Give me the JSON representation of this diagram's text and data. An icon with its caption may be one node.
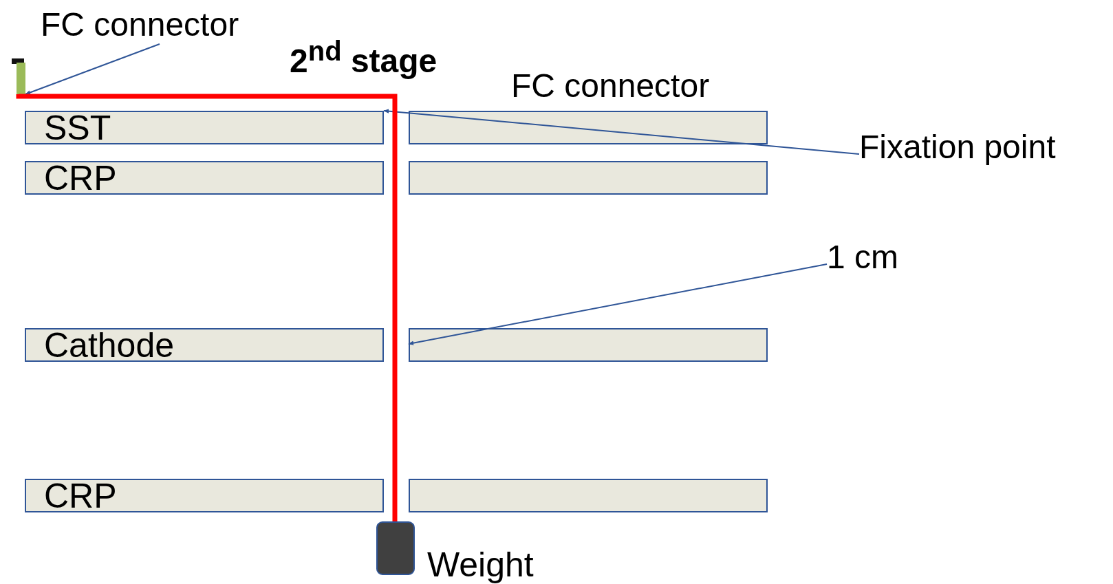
{
  "diagram": {
    "nodes": [
      {
        "text": [
          "FC connector"
        ]
      },
      {
        "text": [],
        "shape": "bar"
      },
      {
        "text": [
          "2$^{nd}$ stage"
        ]
      },
      {
        "text": [
          "Fixation point"
        ]
      },
      {
        "text": [
          "SST"
        ]
      },
      {
        "text": [],
        "shape": "box"
      },
      {
        "text": [
          "CRP"
        ]
      },
      {
        "text": [],
        "shape": "box"
      },
      {
        "text": [
          "Cathode"
        ]
      },
      {
        "text": [],
        "shape": "box"
      },
      {
        "text": [
          "CRP"
        ]
      },
      {
        "text": [],
        "shape": "box"
      },
      {
        "text": [
          "1 cm"
        ]
      },
      {
        "text": [],
        "shape": "box",
        "beside": [
          "Weight"
        ]
      }
    ],
    "edges": [
      {
        "from": 0,
        "to": 1,
        "arrow": "to"
      },
      {
        "from": 3,
        "to": 4,
        "arrow": "to"
      },
      {
        "from": 12,
        "to": 9,
        "arrow": "to"
      },
      {
        "from": 1,
        "to": 13,
        "arrow": "none",
        "style": "thick",
        "color": "#ff0000"
      }
    ],
    "labels": [
      "FC connector"
    ]
  }
}
